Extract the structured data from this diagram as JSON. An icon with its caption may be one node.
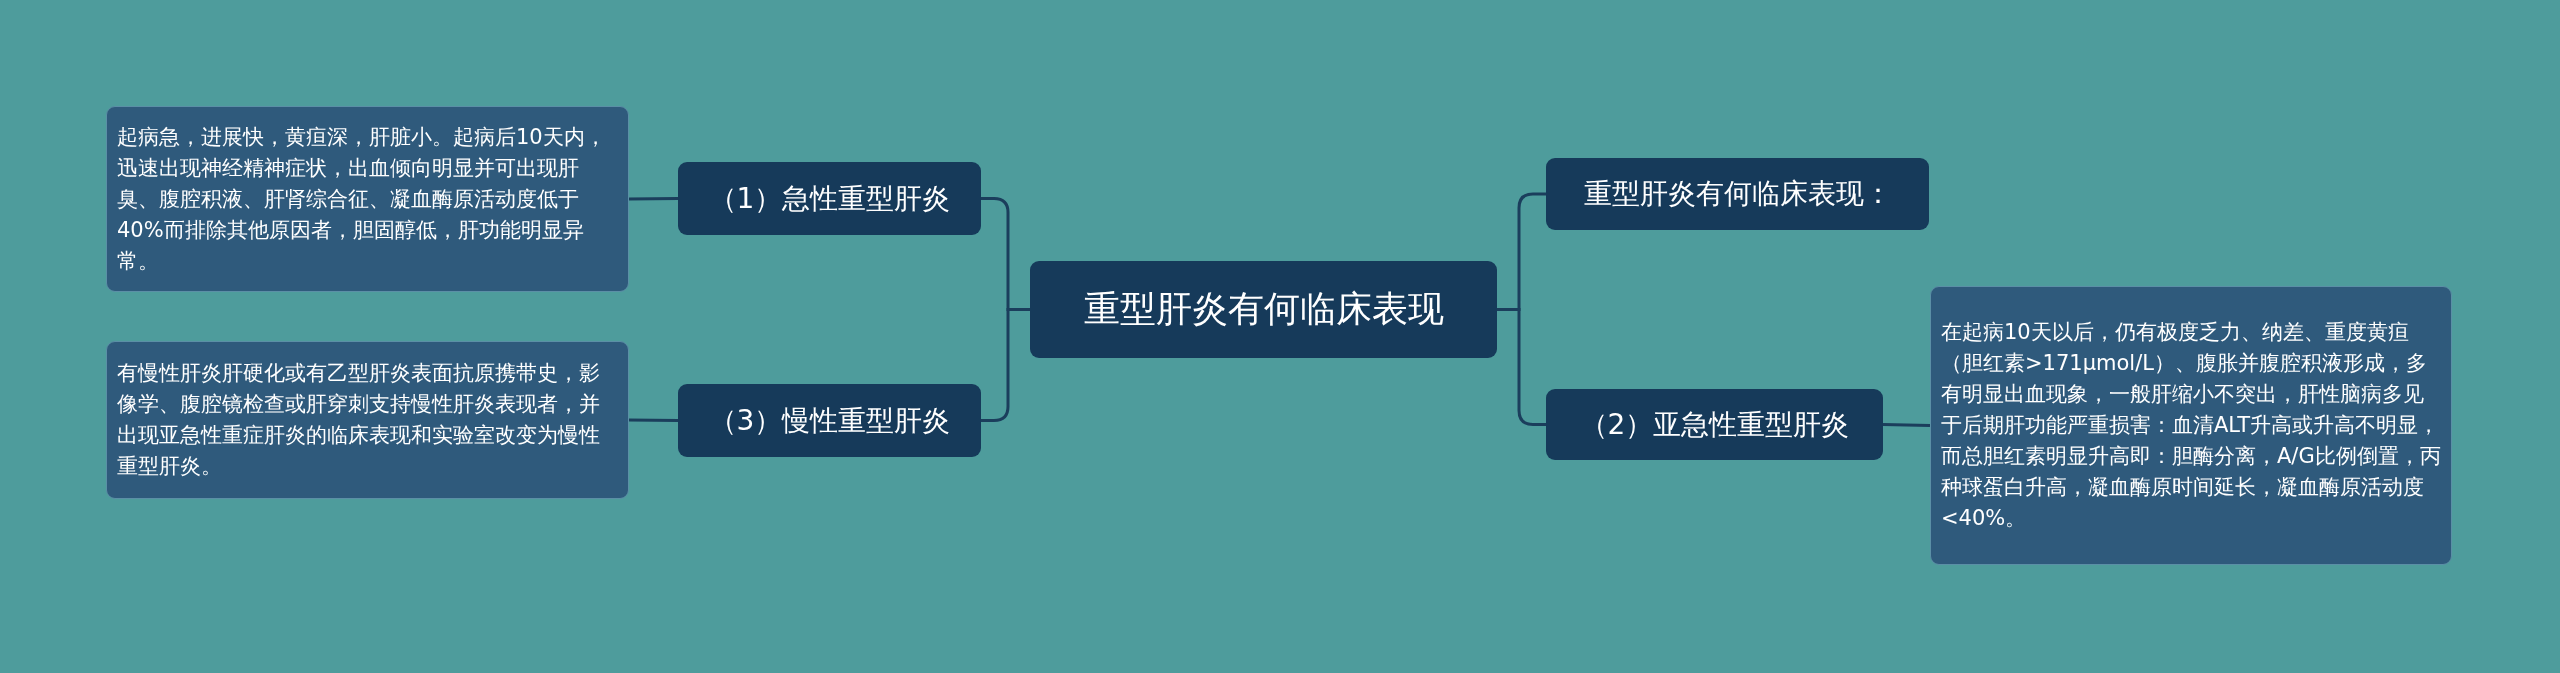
{
  "diagram": {
    "nodes": [
      {
        "text": [
          "重型肝炎有何临床表现"
        ]
      },
      {
        "text": [
          "（1）急性重型肝炎"
        ]
      },
      {
        "text": [
          "起病急，进展快，黄疸深，肝脏小。起病后10天内，迅速出现神经精神症状，出血倾向明显并可出现肝臭、腹腔积液、肝肾综合征、凝血酶原活动度低于40%而排除其他原因者，胆固醇低，肝功能明显异常。"
        ]
      },
      {
        "text": [
          "（3）慢性重型肝炎"
        ]
      },
      {
        "text": [
          "有慢性肝炎肝硬化或有乙型肝炎表面抗原携带史，影像学、腹腔镜检查或肝穿刺支持慢性肝炎表现者，并出现亚急性重症肝炎的临床表现和实验室改变为慢性重型肝炎。"
        ]
      },
      {
        "text": [
          "重型肝炎有何临床表现："
        ]
      },
      {
        "text": [
          "（2）亚急性重型肝炎"
        ]
      },
      {
        "text": [
          "在起病10天以后，仍有极度乏力、纳差、重度黄疸（胆红素>171μmol/L）、腹胀并腹腔积液形成，多有明显出血现象，一般肝缩小不突出，肝性脑病多见于后期肝功能严重损害：血清ALT升高或升高不明显，而总胆红素明显升高即：胆酶分离，A/G比例倒置，丙种球蛋白升高，凝血酶原时间延长，凝血酶原活动度<40%。"
        ]
      }
    ],
    "edges": [
      {
        "from": 0,
        "to": 1,
        "arrow": "none"
      },
      {
        "from": 0,
        "to": 3,
        "arrow": "none"
      },
      {
        "from": 0,
        "to": 5,
        "arrow": "none"
      },
      {
        "from": 0,
        "to": 6,
        "arrow": "none"
      },
      {
        "from": 1,
        "to": 2,
        "arrow": "none"
      },
      {
        "from": 3,
        "to": 4,
        "arrow": "none"
      },
      {
        "from": 6,
        "to": 7,
        "arrow": "none"
      }
    ]
  }
}
